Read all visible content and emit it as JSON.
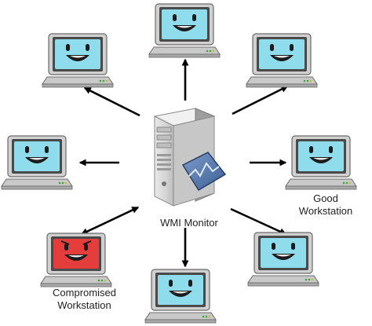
{
  "diagram": {
    "server_label": "WMI Monitor",
    "good_label": [
      "Good",
      "Workstation"
    ],
    "compromised_label": [
      "Compromised",
      "Workstation"
    ]
  },
  "colors": {
    "good_screen": "#8fdcec",
    "compromised_screen": "#e53c3c",
    "laptop_body": "#c9c9c9",
    "laptop_frame": "#4a4a4a",
    "arrow": "#000000",
    "server_body": "#d6d6d6"
  },
  "nodes": [
    {
      "name": "laptop-top",
      "type": "good"
    },
    {
      "name": "laptop-top-left",
      "type": "good"
    },
    {
      "name": "laptop-top-right",
      "type": "good"
    },
    {
      "name": "laptop-left",
      "type": "good"
    },
    {
      "name": "laptop-right",
      "type": "good"
    },
    {
      "name": "laptop-bottom-left",
      "type": "compromised"
    },
    {
      "name": "laptop-bottom",
      "type": "good"
    },
    {
      "name": "laptop-bottom-right",
      "type": "good"
    }
  ],
  "edges": [
    {
      "to": "laptop-top",
      "direction": "out"
    },
    {
      "to": "laptop-top-left",
      "direction": "out"
    },
    {
      "to": "laptop-top-right",
      "direction": "out"
    },
    {
      "to": "laptop-left",
      "direction": "out"
    },
    {
      "to": "laptop-right",
      "direction": "out"
    },
    {
      "to": "laptop-bottom-left",
      "direction": "both"
    },
    {
      "to": "laptop-bottom",
      "direction": "out"
    },
    {
      "to": "laptop-bottom-right",
      "direction": "out"
    }
  ]
}
